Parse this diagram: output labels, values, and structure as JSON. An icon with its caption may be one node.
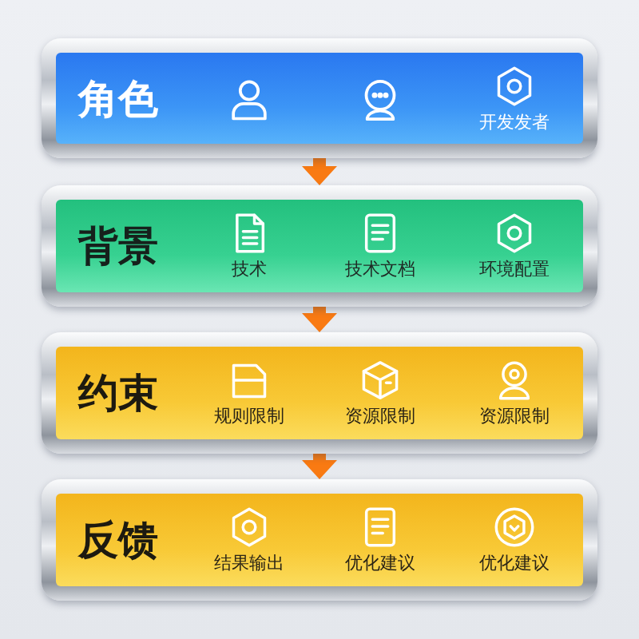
{
  "diagram": {
    "nodes": [
      {
        "text": [
          "角色",
          "开发发者"
        ]
      },
      {
        "text": [
          "背景",
          "技术",
          "技术文档",
          "环境配置"
        ]
      },
      {
        "text": [
          "约束",
          "规则限制",
          "资源限制",
          "资源限制"
        ]
      },
      {
        "text": [
          "反馈",
          "结果输出",
          "优化建议",
          "优化建议"
        ]
      }
    ],
    "edges": [
      {
        "from": 0,
        "to": 1,
        "arrow": "to"
      },
      {
        "from": 1,
        "to": 2,
        "arrow": "to"
      },
      {
        "from": 2,
        "to": 3,
        "arrow": "to"
      }
    ]
  }
}
